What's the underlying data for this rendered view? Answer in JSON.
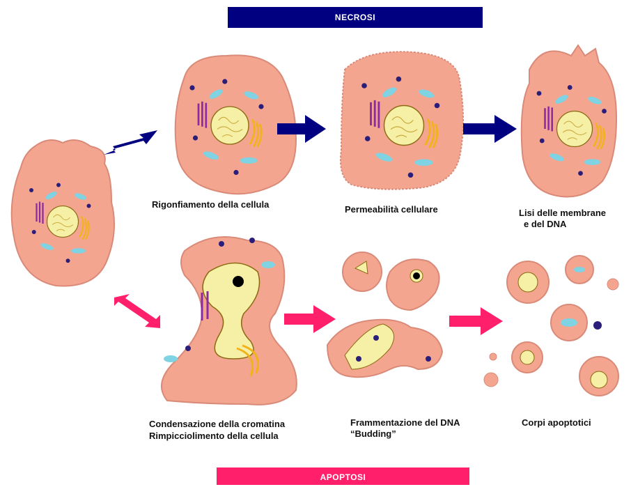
{
  "banners": {
    "necrosi": "NECROSI",
    "apoptosi": "APOPTOSI"
  },
  "labels": {
    "rigonfiamento": "Rigonfiamento della cellula",
    "permeabilita": "Permeabilità cellulare",
    "lisi_line1": "Lisi delle membrane",
    "lisi_line2": "e del DNA",
    "condensazione_line1": "Condensazione della cromatina",
    "condensazione_line2": "Rimpicciolimento della cellula",
    "frammentazione_line1": "Frammentazione del DNA",
    "frammentazione_line2": "“Budding”",
    "corpi": "Corpi apoptotici"
  },
  "colors": {
    "necrosi": "#000080",
    "apoptosi": "#ff1f6b",
    "cell": "#f4a58f",
    "cell_outline": "#d98a78",
    "nucleus": "#f6efa6",
    "mitochondria": "#7fd3e3",
    "golgi": "#f2b21a",
    "er": "#8c2aa0",
    "vesicle": "#2a1e7a"
  }
}
